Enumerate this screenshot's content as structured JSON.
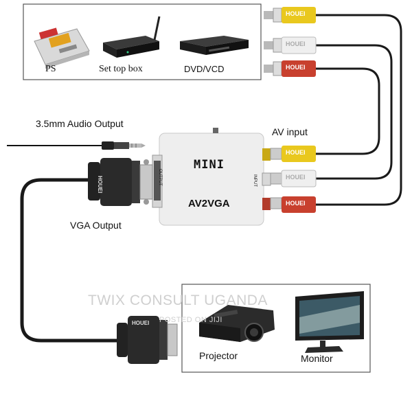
{
  "sources": {
    "items": [
      {
        "label": "PS"
      },
      {
        "label": "Set top box"
      },
      {
        "label": "DVD/VCD"
      }
    ]
  },
  "outputs": {
    "items": [
      {
        "label": "Projector"
      },
      {
        "label": "Monitor"
      }
    ]
  },
  "labels": {
    "audio_output": "3.5mm Audio Output",
    "av_input": "AV input",
    "vga_output": "VGA Output"
  },
  "device": {
    "name_line1": "MINI",
    "name_line2": "AV2VGA",
    "port_output": "OUTPUT",
    "port_input": "INPUT"
  },
  "connector_brand": "HOUEI",
  "watermark": {
    "line1": "TWIX CONSULT UGANDA",
    "line2": "POSTED ON JIJI"
  },
  "colors": {
    "yellow_plug": "#e9c81e",
    "white_plug": "#efefef",
    "red_plug": "#c8402e",
    "cable": "#1a1a1a",
    "vga_body": "#2a2a2a",
    "device_body": "#eeeeee"
  }
}
